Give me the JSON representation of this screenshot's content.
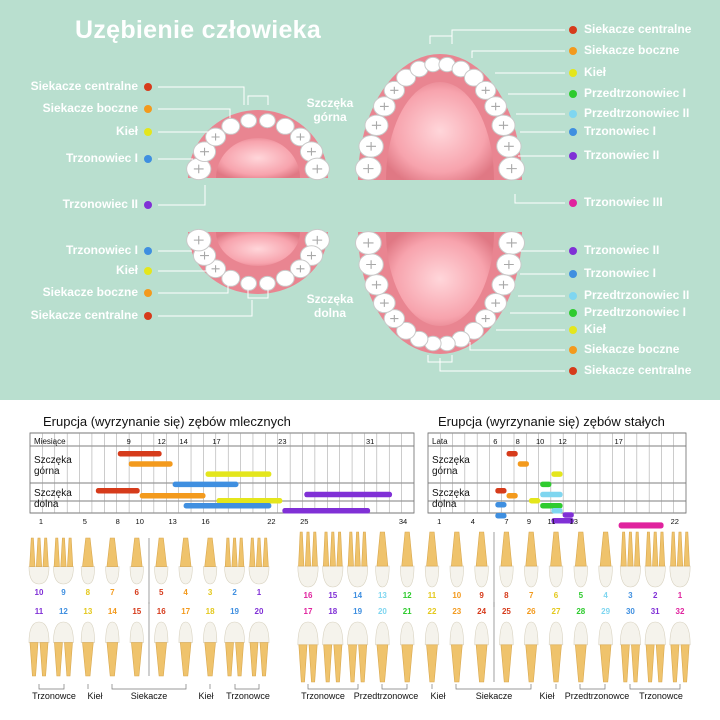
{
  "title": "Uzębienie człowieka",
  "colors": {
    "incisor_central": "#d63b1b",
    "incisor_lateral": "#f39a1d",
    "canine": "#e4e61c",
    "premolar_1": "#2ecb2e",
    "premolar_2": "#7fd6f0",
    "molar_1": "#3f8fe0",
    "molar_2": "#8030d6",
    "molar_3": "#e0239e"
  },
  "left_labels": [
    {
      "text": "Siekacze centralne",
      "color": "#d63b1b"
    },
    {
      "text": "Siekacze boczne",
      "color": "#f39a1d"
    },
    {
      "text": "Kieł",
      "color": "#e4e61c"
    },
    {
      "text": "Trzonowiec I",
      "color": "#3f8fe0"
    },
    {
      "text": "Trzonowiec II",
      "color": "#8030d6"
    },
    {
      "text": "Trzonowiec I",
      "color": "#3f8fe0"
    },
    {
      "text": "Kieł",
      "color": "#e4e61c"
    },
    {
      "text": "Siekacze boczne",
      "color": "#f39a1d"
    },
    {
      "text": "Siekacze centralne",
      "color": "#d63b1b"
    }
  ],
  "right_labels": [
    {
      "text": "Siekacze centralne",
      "color": "#d63b1b"
    },
    {
      "text": "Siekacze boczne",
      "color": "#f39a1d"
    },
    {
      "text": "Kieł",
      "color": "#e4e61c"
    },
    {
      "text": "Przedtrzonowiec I",
      "color": "#2ecb2e"
    },
    {
      "text": "Przedtrzonowiec II",
      "color": "#7fd6f0"
    },
    {
      "text": "Trzonowiec I",
      "color": "#3f8fe0"
    },
    {
      "text": "Trzonowiec II",
      "color": "#8030d6"
    },
    {
      "text": "Trzonowiec III",
      "color": "#e0239e"
    },
    {
      "text": "Trzonowiec II",
      "color": "#8030d6"
    },
    {
      "text": "Trzonowiec I",
      "color": "#3f8fe0"
    },
    {
      "text": "Przedtrzonowiec II",
      "color": "#7fd6f0"
    },
    {
      "text": "Przedtrzonowiec I",
      "color": "#2ecb2e"
    },
    {
      "text": "Kieł",
      "color": "#e4e61c"
    },
    {
      "text": "Siekacze boczne",
      "color": "#f39a1d"
    },
    {
      "text": "Siekacze centralne",
      "color": "#d63b1b"
    }
  ],
  "jaw_upper": "Szczęka górna",
  "jaw_lower": "Szczęka dolna",
  "primary": {
    "heading": "Erupcja (wyrzynanie się) zębów mlecznych",
    "unit_label": "Miesiące",
    "top_ticks": [
      9,
      12,
      14,
      17,
      23,
      31
    ],
    "bottom_ticks": [
      1,
      5,
      8,
      10,
      13,
      16,
      22,
      25,
      34
    ],
    "row_upper": "Szczęka górna",
    "row_lower": "Szczęka dolna",
    "upper_bars": [
      {
        "tooth": "incisor_central",
        "start": 8,
        "end": 12
      },
      {
        "tooth": "incisor_lateral",
        "start": 9,
        "end": 13
      },
      {
        "tooth": "canine",
        "start": 16,
        "end": 22
      },
      {
        "tooth": "molar_1",
        "start": 13,
        "end": 19
      },
      {
        "tooth": "molar_2",
        "start": 25,
        "end": 33
      }
    ],
    "lower_bars": [
      {
        "tooth": "incisor_central",
        "start": 6,
        "end": 10
      },
      {
        "tooth": "incisor_lateral",
        "start": 10,
        "end": 16
      },
      {
        "tooth": "canine",
        "start": 17,
        "end": 23
      },
      {
        "tooth": "molar_1",
        "start": 14,
        "end": 22
      },
      {
        "tooth": "molar_2",
        "start": 23,
        "end": 31
      }
    ]
  },
  "permanent": {
    "heading": "Erupcja (wyrzynanie się) zębów stałych",
    "unit_label": "Lata",
    "top_ticks": [
      6,
      8,
      10,
      12,
      17
    ],
    "bottom_ticks": [
      1,
      4,
      7,
      9,
      11,
      13,
      22
    ],
    "row_upper": "Szczęka górna",
    "row_lower": "Szczęka dolna",
    "upper_bars": [
      {
        "tooth": "incisor_central",
        "start": 7,
        "end": 8
      },
      {
        "tooth": "incisor_lateral",
        "start": 8,
        "end": 9
      },
      {
        "tooth": "canine",
        "start": 11,
        "end": 12
      },
      {
        "tooth": "premolar_1",
        "start": 10,
        "end": 11
      },
      {
        "tooth": "premolar_2",
        "start": 10,
        "end": 12
      },
      {
        "tooth": "molar_1",
        "start": 6,
        "end": 7
      },
      {
        "tooth": "molar_2",
        "start": 12,
        "end": 13
      },
      {
        "tooth": "molar_3",
        "start": 17,
        "end": 21
      }
    ],
    "lower_bars": [
      {
        "tooth": "incisor_central",
        "start": 6,
        "end": 7
      },
      {
        "tooth": "incisor_lateral",
        "start": 7,
        "end": 8
      },
      {
        "tooth": "canine",
        "start": 9,
        "end": 10
      },
      {
        "tooth": "premolar_1",
        "start": 10,
        "end": 12
      },
      {
        "tooth": "premolar_2",
        "start": 11,
        "end": 12
      },
      {
        "tooth": "molar_1",
        "start": 6,
        "end": 7
      },
      {
        "tooth": "molar_2",
        "start": 11,
        "end": 13
      },
      {
        "tooth": "molar_3",
        "start": 17,
        "end": 21
      }
    ]
  },
  "primary_teeth": {
    "upper_numbers": [
      {
        "n": "10",
        "color": "#8030d6"
      },
      {
        "n": "9",
        "color": "#3f8fe0"
      },
      {
        "n": "8",
        "color": "#e4c81c"
      },
      {
        "n": "7",
        "color": "#f39a1d"
      },
      {
        "n": "6",
        "color": "#d63b1b"
      },
      {
        "n": "5",
        "color": "#d63b1b"
      },
      {
        "n": "4",
        "color": "#f39a1d"
      },
      {
        "n": "3",
        "color": "#e4c81c"
      },
      {
        "n": "2",
        "color": "#3f8fe0"
      },
      {
        "n": "1",
        "color": "#8030d6"
      }
    ],
    "lower_numbers": [
      {
        "n": "11",
        "color": "#8030d6"
      },
      {
        "n": "12",
        "color": "#3f8fe0"
      },
      {
        "n": "13",
        "color": "#e4c81c"
      },
      {
        "n": "14",
        "color": "#f39a1d"
      },
      {
        "n": "15",
        "color": "#d63b1b"
      },
      {
        "n": "16",
        "color": "#d63b1b"
      },
      {
        "n": "17",
        "color": "#f39a1d"
      },
      {
        "n": "18",
        "color": "#e4c81c"
      },
      {
        "n": "19",
        "color": "#3f8fe0"
      },
      {
        "n": "20",
        "color": "#8030d6"
      }
    ],
    "groups": [
      "Trzonowce",
      "Kieł",
      "Siekacze",
      "Kieł",
      "Trzonowce"
    ]
  },
  "permanent_teeth": {
    "upper_numbers": [
      {
        "n": "16",
        "color": "#e0239e"
      },
      {
        "n": "15",
        "color": "#8030d6"
      },
      {
        "n": "14",
        "color": "#3f8fe0"
      },
      {
        "n": "13",
        "color": "#7fd6f0"
      },
      {
        "n": "12",
        "color": "#2ecb2e"
      },
      {
        "n": "11",
        "color": "#e4c81c"
      },
      {
        "n": "10",
        "color": "#f39a1d"
      },
      {
        "n": "9",
        "color": "#d63b1b"
      },
      {
        "n": "8",
        "color": "#d63b1b"
      },
      {
        "n": "7",
        "color": "#f39a1d"
      },
      {
        "n": "6",
        "color": "#e4c81c"
      },
      {
        "n": "5",
        "color": "#2ecb2e"
      },
      {
        "n": "4",
        "color": "#7fd6f0"
      },
      {
        "n": "3",
        "color": "#3f8fe0"
      },
      {
        "n": "2",
        "color": "#8030d6"
      },
      {
        "n": "1",
        "color": "#e0239e"
      }
    ],
    "lower_numbers": [
      {
        "n": "17",
        "color": "#e0239e"
      },
      {
        "n": "18",
        "color": "#8030d6"
      },
      {
        "n": "19",
        "color": "#3f8fe0"
      },
      {
        "n": "20",
        "color": "#7fd6f0"
      },
      {
        "n": "21",
        "color": "#2ecb2e"
      },
      {
        "n": "22",
        "color": "#e4c81c"
      },
      {
        "n": "23",
        "color": "#f39a1d"
      },
      {
        "n": "24",
        "color": "#d63b1b"
      },
      {
        "n": "25",
        "color": "#d63b1b"
      },
      {
        "n": "26",
        "color": "#f39a1d"
      },
      {
        "n": "27",
        "color": "#e4c81c"
      },
      {
        "n": "28",
        "color": "#2ecb2e"
      },
      {
        "n": "29",
        "color": "#7fd6f0"
      },
      {
        "n": "30",
        "color": "#3f8fe0"
      },
      {
        "n": "31",
        "color": "#8030d6"
      },
      {
        "n": "32",
        "color": "#e0239e"
      }
    ],
    "groups": [
      "Trzonowce",
      "Przedtrzonowce",
      "Kieł",
      "Siekacze",
      "Kieł",
      "Przedtrzonowce",
      "Trzonowce"
    ]
  }
}
